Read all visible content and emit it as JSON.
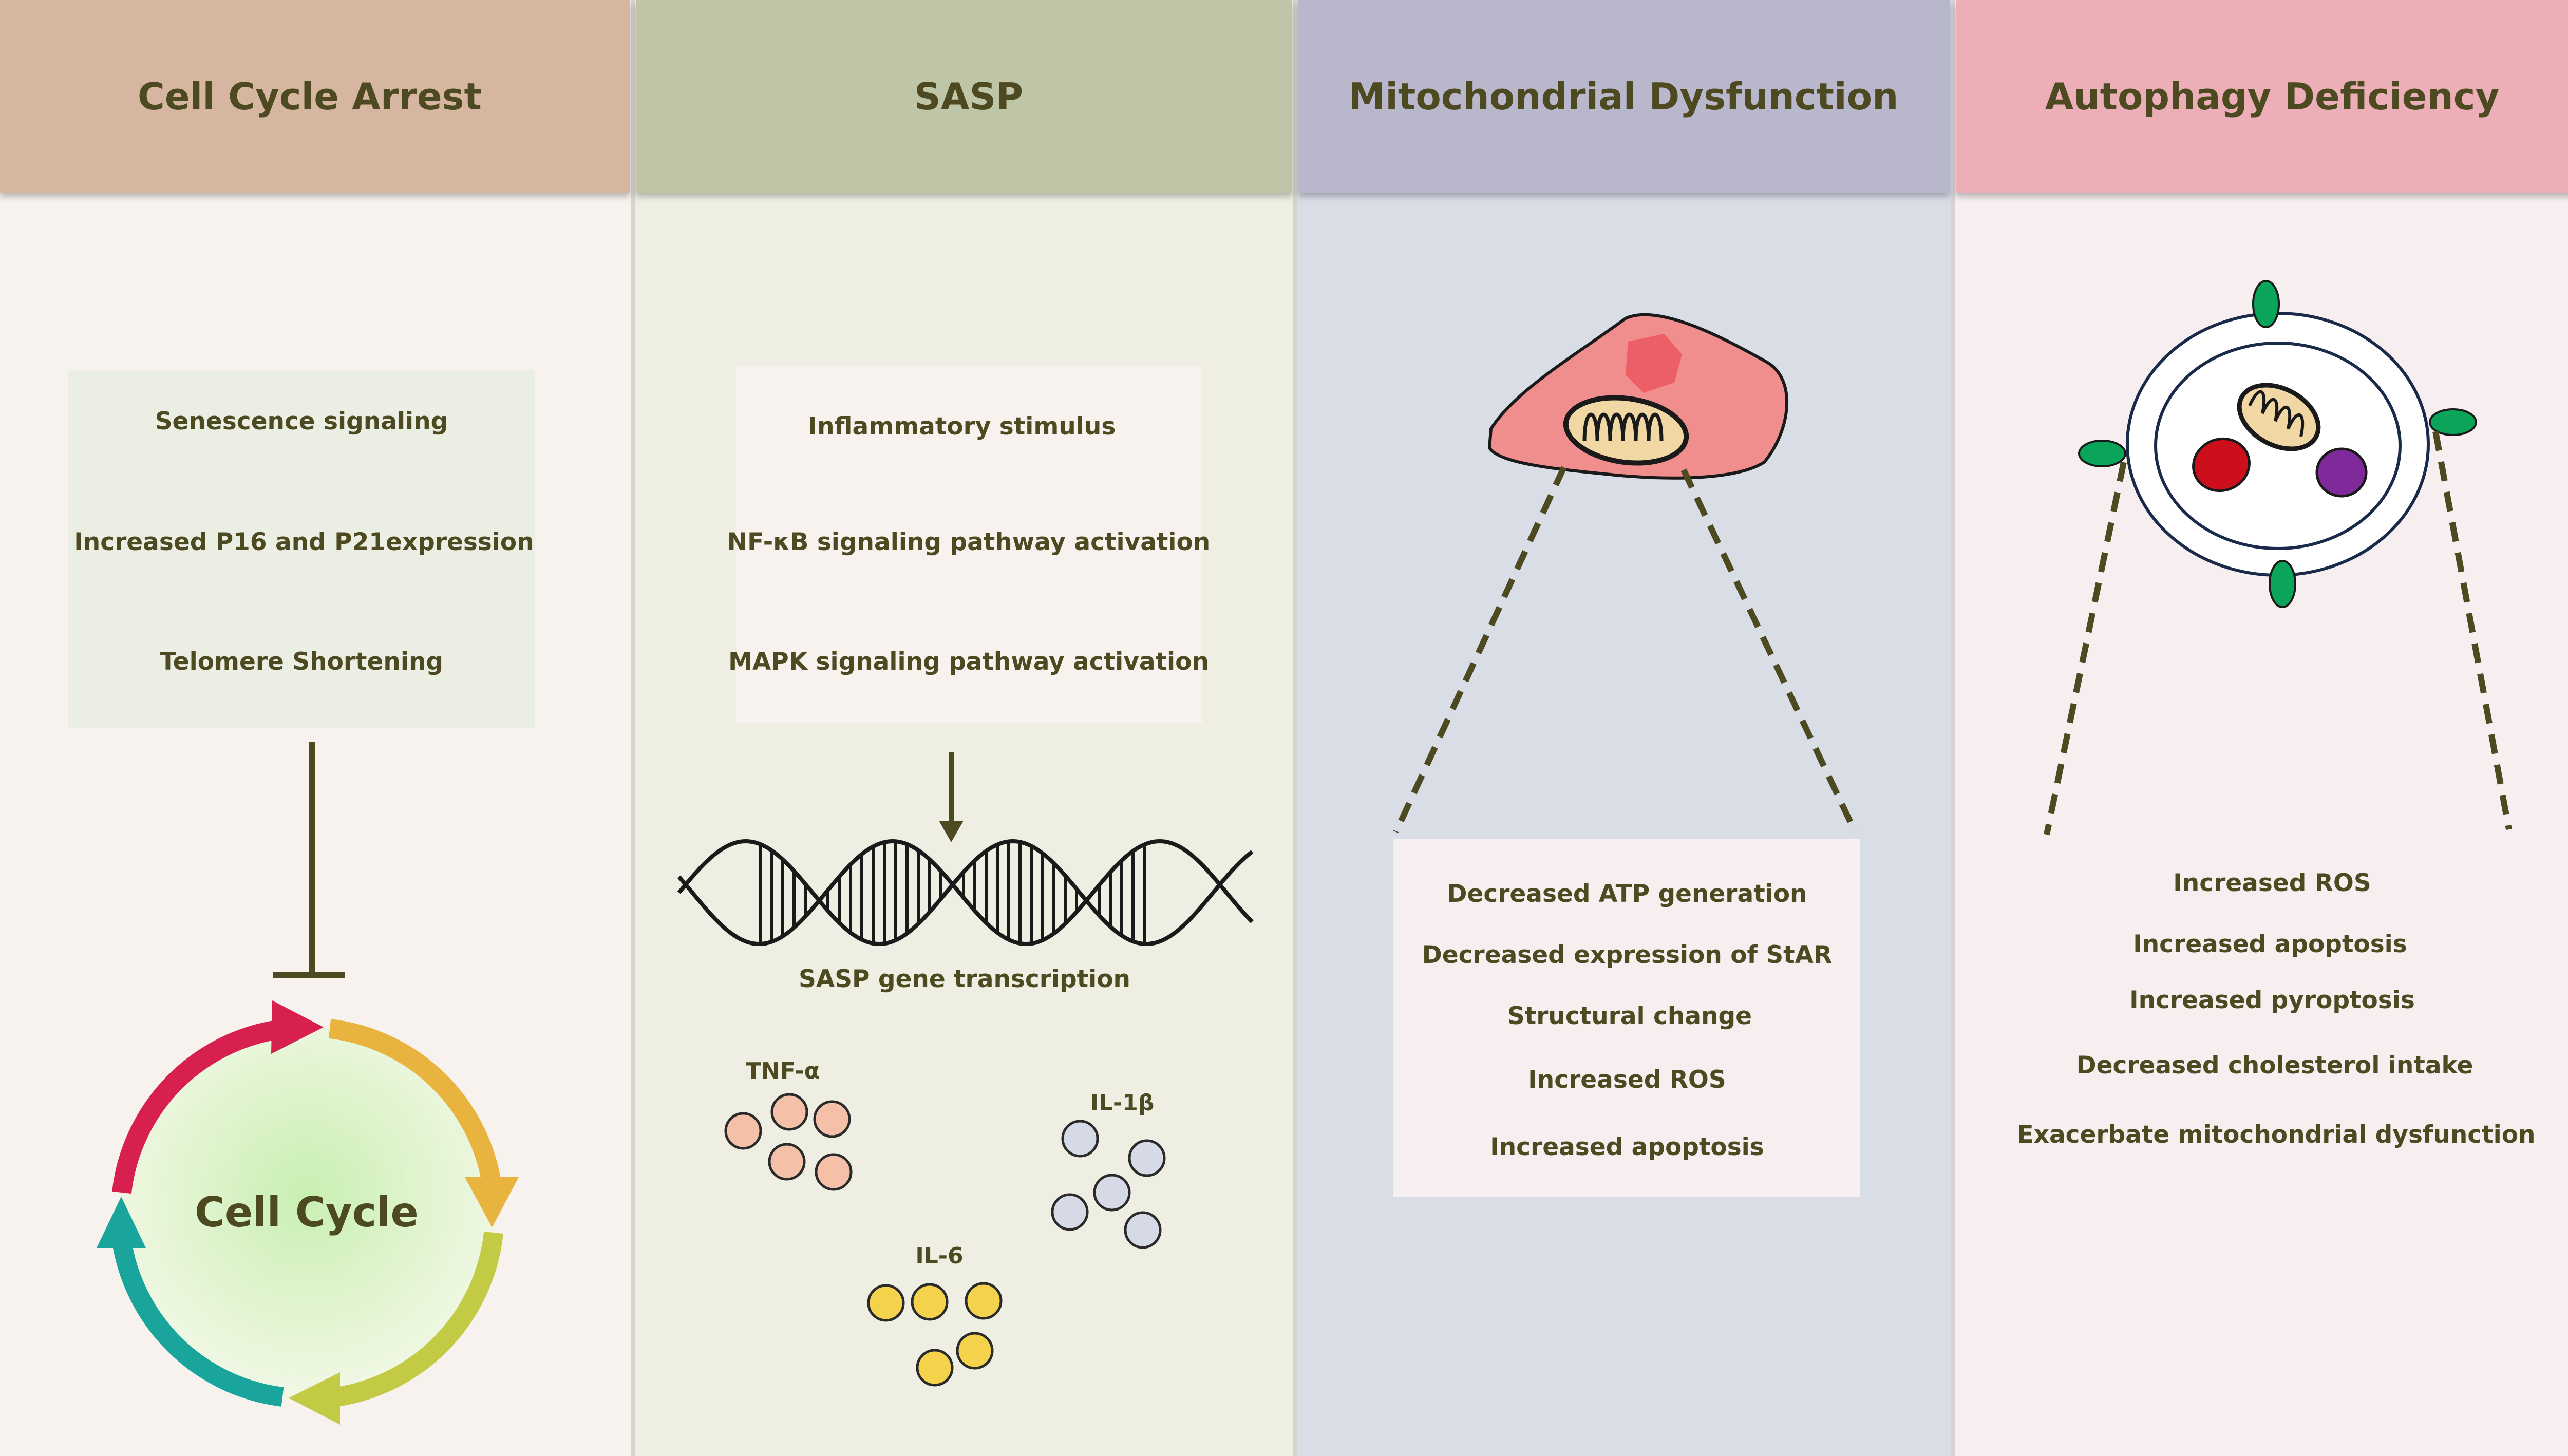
{
  "columns": [
    {
      "header": "Cell Cycle Arrest",
      "header_color": "#d6b6a1",
      "body_color": "#f7f2ee",
      "box_items": [
        "Senescence signaling",
        "Increased P16 and P21expression",
        "Telomere Shortening"
      ],
      "cycle_label": "Cell Cycle"
    },
    {
      "header": "SASP",
      "header_color": "#bfc6a7",
      "body_color": "#eeeee2",
      "box_items": [
        "Inflammatory stimulus",
        "NF-κB signaling pathway activation",
        "MAPK signaling pathway activation"
      ],
      "gene_label": "SASP gene transcription",
      "cytokines": [
        "TNF-α",
        "IL-1β",
        "IL-6"
      ]
    },
    {
      "header": "Mitochondrial Dysfunction",
      "header_color": "#b8b7cb",
      "body_color": "#d9dde6",
      "box_items": [
        "Decreased ATP generation",
        "Decreased expression of StAR",
        "Structural change",
        "Increased ROS",
        "Increased apoptosis"
      ]
    },
    {
      "header": "Autophagy Deficiency",
      "header_color": "#ecaeb7",
      "body_color": "#f6eeef",
      "box_items": [
        "Increased ROS",
        "Increased apoptosis",
        "Increased pyroptosis",
        "Decreased cholesterol intake",
        "Exacerbate mitochondrial dysfunction"
      ]
    }
  ],
  "colors": {
    "text": "#4d4a21",
    "cycle_red": "#d8204f",
    "cycle_orange": "#e8b33e",
    "cycle_yellowgreen": "#c3cb44",
    "cycle_teal": "#1aa59c",
    "tnf_dot": "#f4c1a8",
    "il1b_dot": "#d6d9e6",
    "il6_dot": "#f4d24b",
    "cell_fill": "#f08e8e",
    "nucleus_fill": "#ed5f66",
    "vesicle_red": "#cc0f1a",
    "vesicle_purple": "#7e2a9a",
    "receptor_green": "#0aa55a"
  }
}
